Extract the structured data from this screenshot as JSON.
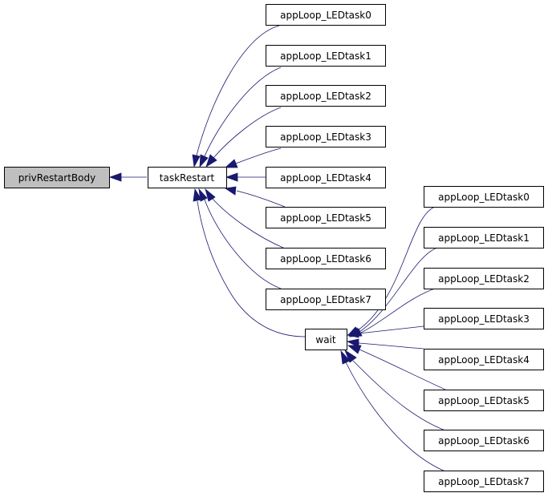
{
  "diagram": {
    "type": "doxygen-caller-graph",
    "colors": {
      "edge": "#191970",
      "root_fill": "#bfbfbf",
      "node_fill": "#ffffff",
      "node_border": "#000000"
    },
    "nodes": {
      "root": "privRestartBody",
      "taskRestart": "taskRestart",
      "wait": "wait",
      "taskRestart_callers": [
        "appLoop_LEDtask0",
        "appLoop_LEDtask1",
        "appLoop_LEDtask2",
        "appLoop_LEDtask3",
        "appLoop_LEDtask4",
        "appLoop_LEDtask5",
        "appLoop_LEDtask6",
        "appLoop_LEDtask7"
      ],
      "wait_callers": [
        "appLoop_LEDtask0",
        "appLoop_LEDtask1",
        "appLoop_LEDtask2",
        "appLoop_LEDtask3",
        "appLoop_LEDtask4",
        "appLoop_LEDtask5",
        "appLoop_LEDtask6",
        "appLoop_LEDtask7"
      ]
    },
    "edges": [
      {
        "from": "taskRestart",
        "to": "root"
      },
      {
        "from": "wait",
        "to": "taskRestart"
      },
      {
        "from": "taskRestart_callers",
        "to": "taskRestart"
      },
      {
        "from": "wait_callers",
        "to": "wait"
      }
    ]
  }
}
